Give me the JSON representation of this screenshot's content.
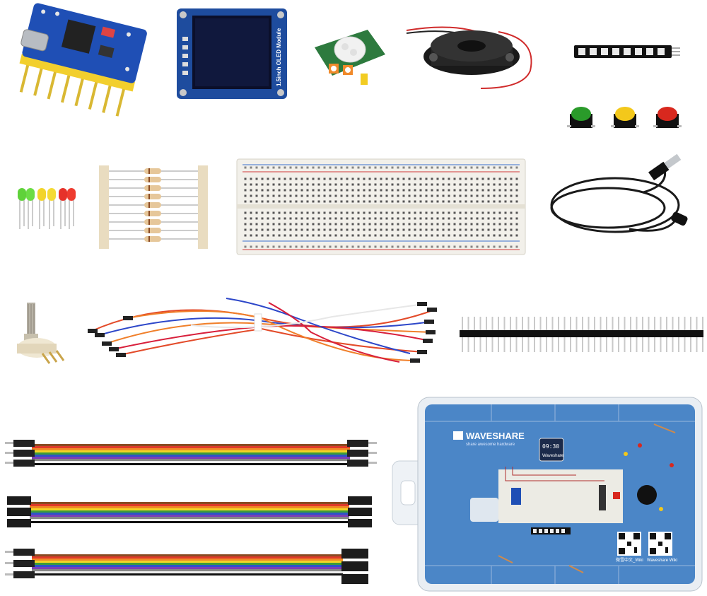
{
  "photo": {
    "oled_module_label": "1.5inch OLED Module",
    "case_brand": "WAVESHARE",
    "case_slogan": "share awesome hardware",
    "case_oled_time": "09:30",
    "case_oled_brand": "Waveshare",
    "case_qr_left_label": "微雪中文_Wiki",
    "case_qr_right_label": "Waveshare Wiki"
  },
  "colors": {
    "board_blue": "#1f4fb5",
    "breadboard": "#f2f0ea",
    "case_blue": "#4b86c7",
    "button_green": "#2a9b2a",
    "button_yellow": "#f3c81b",
    "button_red": "#d8281e"
  }
}
